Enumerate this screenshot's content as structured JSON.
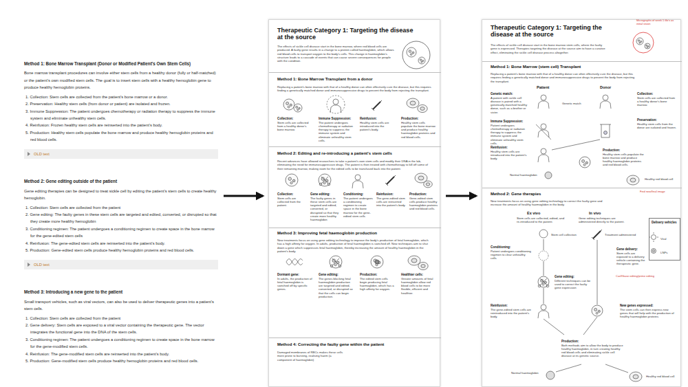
{
  "diagram": {
    "nodes": [
      {
        "text": [
          "Method 1: Bone Marrow Transplant (Donor or Modified Patient's Own Stem Cells)",
          "Bone marrow transplant procedures can involve either stem cells from a healthy donor (fully or half-matched) or the patient's own modified stem cells. The goal is to insert stem cells with a healthy hemoglobin gene to produce healthy hemoglobin proteins.",
          "1. Collection: Stem cells are collected from the patient's bone marrow or a donor.",
          "2. Preservation: Healthy stem cells (from donor or patient) are isolated and frozen.",
          "3. Immune Suppression: The patient undergoes chemotherapy or radiation therapy to suppress the immune system and eliminate unhealthy stem cells.",
          "4. Reinfusion: Frozen healthy stem cells are reinserted into the patient's body.",
          "5. Production: Healthy stem cells populate the bone marrow and produce healthy hemoglobin proteins and red blood cells.",
          "OLD text",
          "Method 2: Gene editing outside of the patient",
          "Gene editing therapies can be designed to treat sickle cell by editing the patient's stem cells to create healthy hemoglobin.",
          "1. Collection: Stem cells are collected from the patient",
          "2. Gene editing: The faulty genes in these stem cells are targeted and edited, converted, or disrupted so that they create more healthy hemoglobin",
          "3. Conditioning regimen: The patient undergoes a conditioning regimen to create space in the bone marrow for the gene-edited stem cells",
          "4. Reinfusion: The gene-edited stem cells are reinserted into the patient's body.",
          "5. Production: Gene-edited stem cells produce healthy hemoglobin proteins and red blood cells.",
          "OLD text",
          "Method 3: Introducing a new gene to the patient",
          "Small transport vehicles, such as viral vectors, can also be used to deliver therapeutic genes into a patient's stem cells.",
          "1. Collection: Stem cells are collected from the patient",
          "2. Gene delivery: Stem cells are exposed to a viral vector containing the therapeutic gene. The vector integrates the functional gene into the DNA of the stem cells.",
          "3. Conditioning regimen: The patient undergoes a conditioning regimen to create space in the bone marrow for the gene-modified stem cells.",
          "4. Reinfusion: The gene-modified stem cells are reinserted into the patient's body.",
          "5. Production: Gene-modified stem cells produce healthy hemoglobin proteins and red blood cells."
        ]
      },
      {
        "text": [
          "Therapeutic Category 1: Targeting the disease at the source",
          "The effects of sickle cell disease start in the bone marrow, where red blood cells are produced. A faulty gene results in a change to a protein called haemoglobin, which allows red blood cells to transport oxygen to the body's cells. This change in haemoglobin's structure leads to a cascade of events that can cause severe consequences for people with the condition."
        ]
      },
      {
        "text": [
          "Method 1: Bone Marrow Transplant from a donor",
          "Replacing a patient's bone marrow with that of a healthy donor can often effectively cure the disease, but this requires finding a genetically matched donor and immunosuppressive drugs to prevent the body from rejecting the transplant.",
          "Collection:",
          "Stem cells are collected from a healthy donor's bone marrow.",
          "Immune Suppression:",
          "The patient undergoes chemotherapy or radiation therapy to suppress the immune system and eliminate unhealthy stem cells.",
          "Reinfusion:",
          "Healthy stem cells are introduced into the patient's body.",
          "Production:",
          "Healthy stem cells populate the bone marrow and produce healthy haemoglobin proteins and red blood cells."
        ],
        "in": 1
      },
      {
        "text": [
          "Method 2: Editing and re-introducing a patient's stem cells",
          "Recent advances have allowed researchers to take a patient's own stem cells and modify their DNA in the lab, eliminating the need for immunosuppressive drugs. The patient is then treated with chemotherapy to kill off some of their remaining marrow, making room for the edited cells to be transfused back into the patient.",
          "Collection:",
          "Stem cells are collected from the patient.",
          "Gene editing:",
          "The faulty genes in these stem cells are targeted and edited, converted, or disrupted so that they create more healthy haemoglobin",
          "Conditioning:",
          "The patient undergoes a conditioning regimen to create space in the bone marrow for the gene-edited stem cells",
          "Reinfusion:",
          "The gene-edited stem cells are reinserted into the patient's body.",
          "Production:",
          "Gene-edited stem cells produce healthy haemoglobin proteins and red blood cells."
        ],
        "in": 1
      },
      {
        "text": [
          "Method 3: Improving fetal haemoglobin production",
          "New treatments focus on using gene editing technology to improve the body's production of fetal hemoglobin, which has a high affinity for oxygen. In adults, production of fetal haemoglobin is switched off. New techniques aim to shut down a gene which suppresses fetal haemoglobin, thereby increasing the amount of healthy haemoglobin in the patient's body.",
          "Dormant gene:",
          "In adults, the production of fetal haemoglobin is switched off by specific genes.",
          "Gene editing:",
          "The genes blocking fetal haemoglobin production are targeted and edited, converted, or disrupted so that the cells can begin production.",
          "Production:",
          "The edited stem cells begin producing fetal haemoglobin, which has a high affinity for oxygen.",
          "Healthier cells:",
          "Greater amounts of fetal haemoglobin allow red blood cells to be more flexible, efficient and healthier."
        ],
        "in": 1
      },
      {
        "text": [
          "Method 4: Correcting the faulty gene within the patient",
          "Damaged membranes of RBCs makes these cells more prone to bursting, realising haem (a component of haemoglobin)"
        ],
        "in": 1
      },
      {
        "text": [
          "Therapeutic Category 1: Targeting the disease at the source",
          "The effects of sickle cell disease start in the bone marrow stem cells, where the faulty gene is expressed. Therapies targeting the disease at the source aim to have a curative effect, eliminating the sickle cell disease process altogether."
        ]
      },
      {
        "text": [
          "Method 1: Bone Marrow (stem cell) Transplant",
          "Replacing a patient's bone marrow with that of a healthy donor can often effectively cure the disease, but this requires finding a genetically matched donor and immunosuppressive drugs to prevent the body from rejecting the transplant.",
          "Patient",
          "Donor",
          "Genetic match:",
          "A patient with sickle cell disease is paired with a genetically matched healthy donor, such as a brother or sister.",
          "Genetic match",
          "Collection:",
          "Stem cells are collected from a healthy donor's bone marrow.",
          "Immune Suppression:",
          "Patient undergoes chemotherapy or radiation therapy to suppress the immune system and eliminate unhealthy stem cells.",
          "Preservation:",
          "Healthy stem cells from the donor are isolated and frozen.",
          "Reinfusion:",
          "Healthy stem cells are introduced into the patient's body.",
          "Production:",
          "Healthy stem cells populate the bone marrow and produce healthy haemoglobin proteins and red blood cells.",
          "Normal haemoglobin",
          "Healthy red blood cell"
        ],
        "in": 6
      },
      {
        "text": [
          "Method 2: Gene therapies",
          "New treatments focus on using gene editing technology to correct the faulty gene and increase the amount of healthy haemoglobin in the body.",
          "Ex vivo",
          "Stem cells are collected, edited, and re-introduced to the patient.",
          "In vivo",
          "Gene editing techniques are administered directly to the patient.",
          "Stem cell collection",
          "Treatment administered",
          "Conditioning:",
          "Patient undergoes conditioning regimen to clear unhealthy cells",
          "Gene delivery:",
          "Stem cells are exposed to a delivery vehicle containing the therapeutic gene.",
          "Gene editing:",
          "Different techniques can be used to correct the faulty gene expression",
          "Reinfusion:",
          "The gene-edited stem cells are reintroduced into the patient's body.",
          "New genes expressed:",
          "The stem cells can then express new genes that will help with the production of healthy haemoglobin proteins",
          "Production:",
          "Both methods aim to allow the body to produce healthy haemoglobin, in turn creating healthy red blood cells and eliminating sickle cell disease at its genetic source.",
          "Normal haemoglobin",
          "Healthy red blood cell"
        ],
        "in": 6
      },
      {
        "text": [
          "Delivery vehicles",
          "Viral",
          "LNPs"
        ],
        "in": 8
      }
    ],
    "edges": [
      {
        "from": 0,
        "to": 1,
        "arrow": "to"
      },
      {
        "from": 1,
        "to": 6,
        "arrow": "to"
      }
    ],
    "labels": [
      "Micrographs of week 1 illo's as initial vision",
      "Find new/final image",
      "Cas9/base editing/prime editing"
    ]
  }
}
